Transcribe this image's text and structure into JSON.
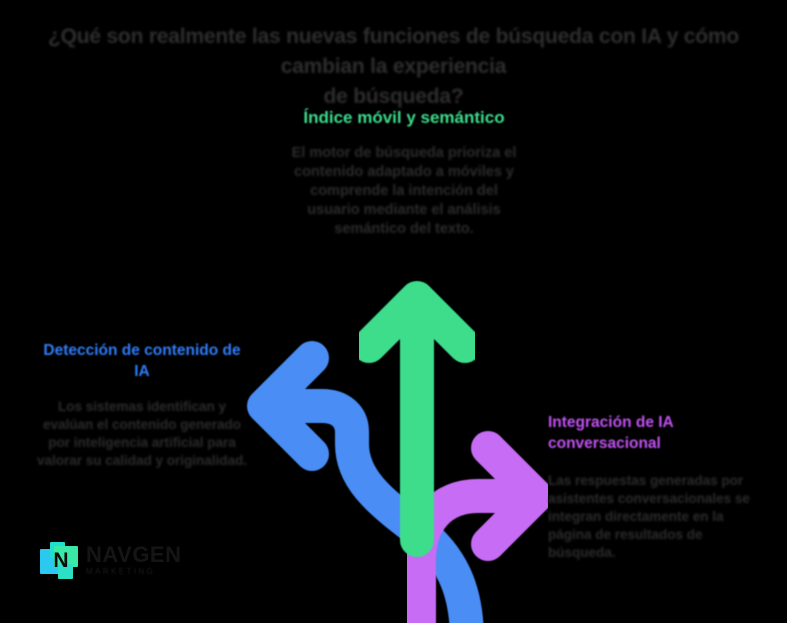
{
  "slide": {
    "background_color": "#000000",
    "title": {
      "line1": "¿Qué son realmente las nuevas funciones de búsqueda con IA y cómo cambian la experiencia",
      "line2": "de búsqueda?",
      "color": "#2e2e2e",
      "redacted": true
    },
    "sections": [
      {
        "id": "indice-movil-semantico",
        "position": "top",
        "heading": "Índice móvil y semántico",
        "heading_color": "#3ddd8c",
        "body": "El motor de búsqueda prioriza el contenido adaptado a móviles y comprende la intención del usuario mediante el análisis semántico del texto.",
        "body_color": "#2c2c2c",
        "redacted": true
      },
      {
        "id": "deteccion-contenido-ia",
        "position": "left",
        "heading": "Detección de contenido de IA",
        "heading_color": "#2f7dfb",
        "body": "Los sistemas identifican y evalúan el contenido generado por inteligencia artificial para valorar su calidad y originalidad.",
        "body_color": "#2c2c2c",
        "redacted": true
      },
      {
        "id": "integracion-ia-conversacional",
        "position": "right",
        "heading": "Integración de IA conversacional",
        "heading_color": "#c152f2",
        "body": "Las respuestas generadas por asistentes conversacionales se integran directamente en la página de resultados de búsqueda.",
        "body_color": "#2c2c2c",
        "redacted": true
      }
    ],
    "arrows": [
      {
        "id": "arrow-up",
        "direction": "up",
        "color": "#3ddd8c",
        "links_to": "indice-movil-semantico"
      },
      {
        "id": "arrow-left",
        "direction": "left",
        "color": "#4a8df5",
        "links_to": "deteccion-contenido-ia"
      },
      {
        "id": "arrow-right",
        "direction": "right",
        "color": "#c76cf4",
        "links_to": "integracion-ia-conversacional"
      }
    ],
    "logo": {
      "name": "NAVGEN",
      "tagline": "MARKETING",
      "mark_colors": [
        "#1fe0d0",
        "#2bc9f0",
        "#3ae8a8"
      ],
      "word_color": "#151515"
    }
  }
}
